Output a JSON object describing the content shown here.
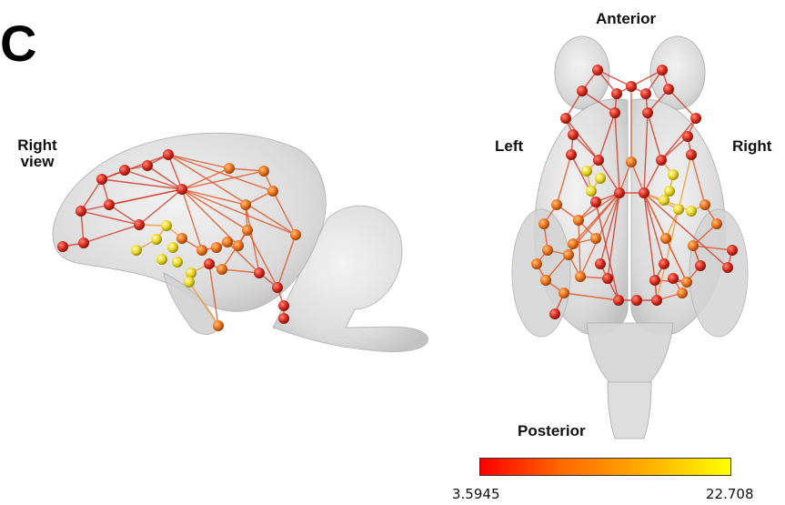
{
  "panel": {
    "letter": "C"
  },
  "labels": {
    "right_view": "Right\nview",
    "anterior": "Anterior",
    "left": "Left",
    "right": "Right",
    "posterior": "Posterior"
  },
  "colorbar": {
    "min": "3.5945",
    "max": "22.708",
    "colors": [
      "#ff0000",
      "#ff6a00",
      "#ffb000",
      "#ffff00"
    ]
  },
  "colors": {
    "edge": "#d63a2a",
    "node_red": "#d52b1e",
    "node_orange": "#e8701a",
    "node_yellow": "#e8d51e",
    "brain_fill": "#d8d8d8"
  }
}
